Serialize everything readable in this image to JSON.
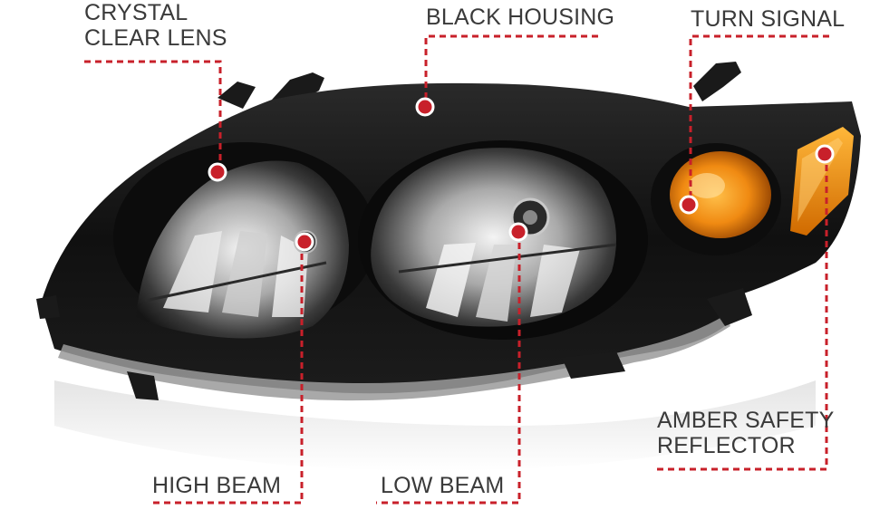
{
  "callouts": {
    "crystal_clear_lens": {
      "line1": "CRYSTAL",
      "line2": "CLEAR LENS"
    },
    "black_housing": "BLACK HOUSING",
    "turn_signal": "TURN SIGNAL",
    "amber_safety_reflector": {
      "line1": "AMBER SAFETY",
      "line2": "REFLECTOR"
    },
    "high_beam": "HIGH BEAM",
    "low_beam": "LOW BEAM"
  },
  "colors": {
    "callout_line": "#c8202a",
    "label_text": "#3a3a3a",
    "housing": "#141414",
    "amber": "#e8860f",
    "background": "#ffffff"
  }
}
